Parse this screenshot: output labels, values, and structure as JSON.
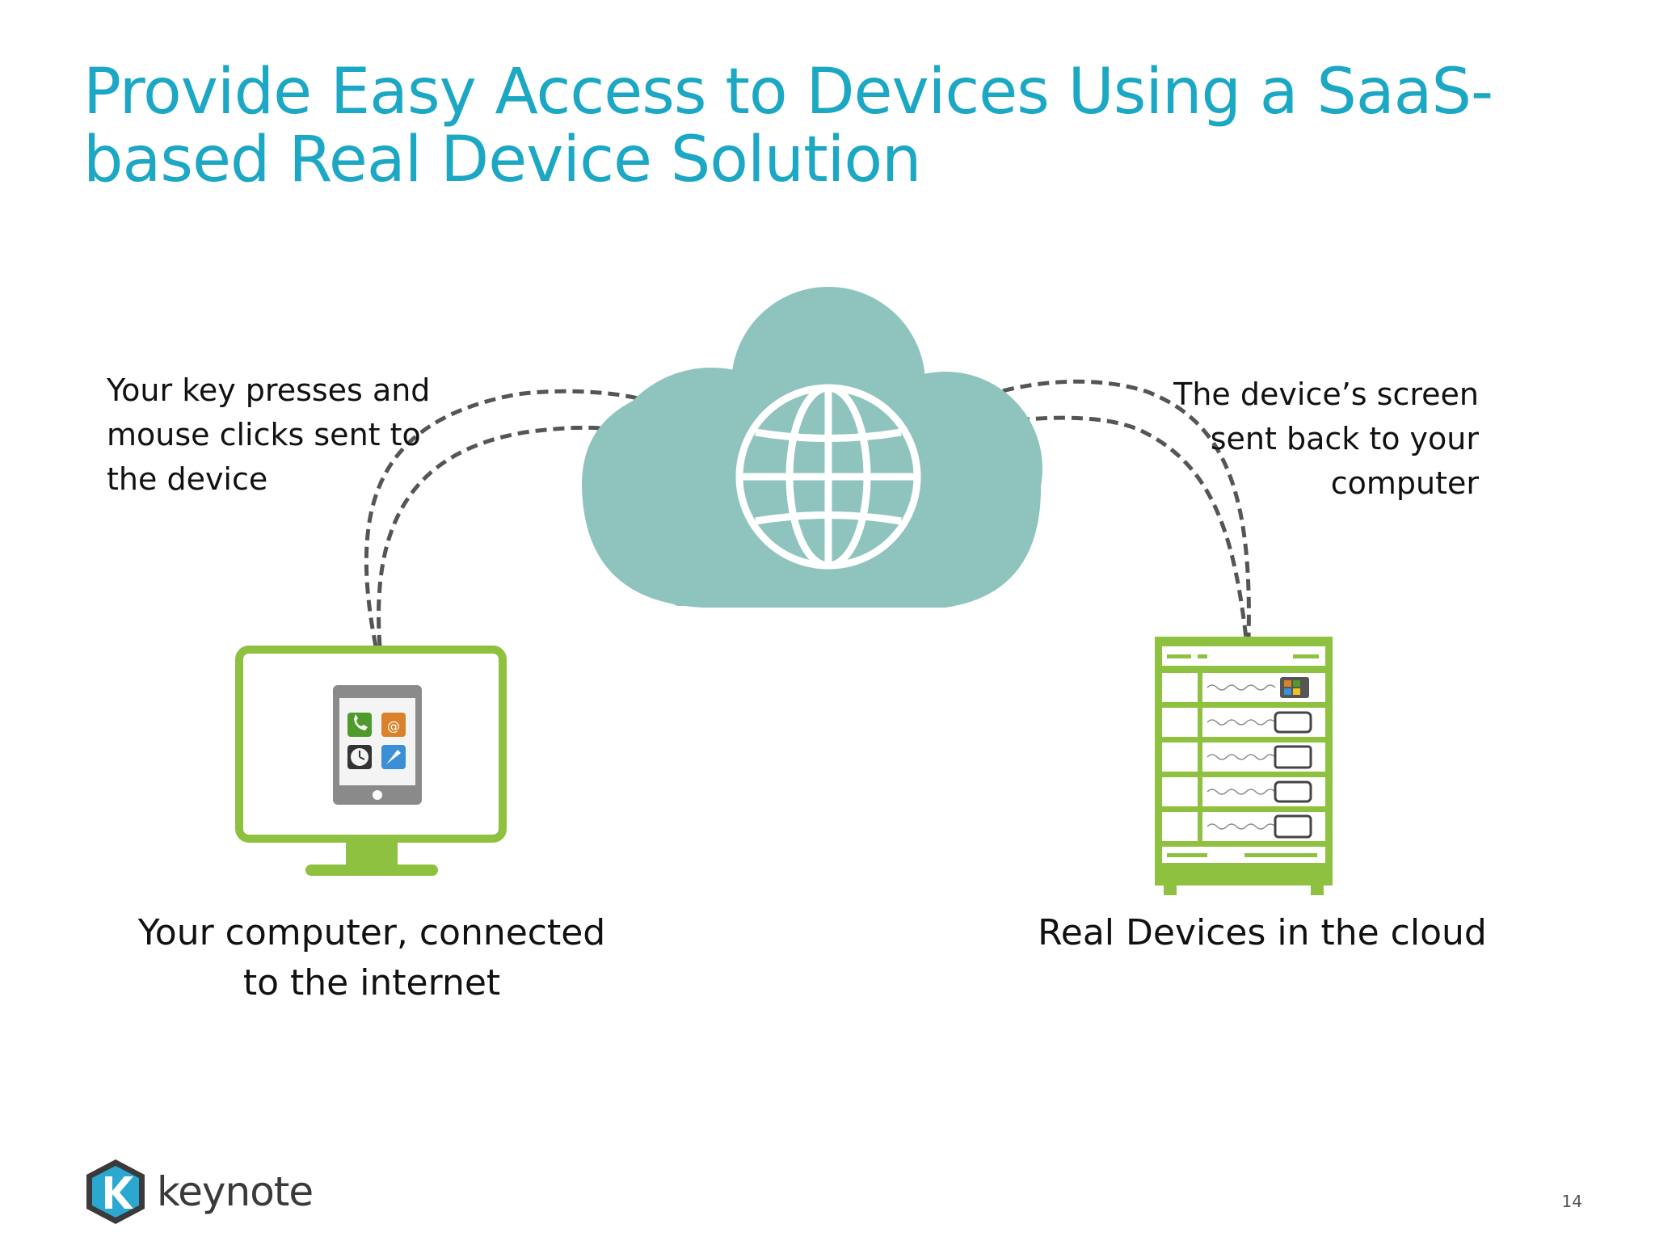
{
  "slide": {
    "title_line1": "Provide Easy Access to Devices Using a SaaS-",
    "title_line2": "based Real Device Solution",
    "page_number": "14"
  },
  "callouts": {
    "left": [
      "Your key presses and",
      "mouse clicks sent to",
      "the device"
    ],
    "right": [
      "The device’s screen",
      "sent back to your",
      "computer"
    ]
  },
  "captions": {
    "computer": [
      "Your computer, connected",
      "to the internet"
    ],
    "devices": [
      "Real Devices in the cloud"
    ]
  },
  "logo": {
    "text": "keynote"
  },
  "icons": {
    "cloud": "cloud-globe-icon",
    "computer": "monitor-with-tablet-icon",
    "rack": "device-rack-icon"
  },
  "colors": {
    "title": "#1ca8c4",
    "cloud": "#8fc4be",
    "device_green": "#8dc13f",
    "connector": "#555555"
  }
}
